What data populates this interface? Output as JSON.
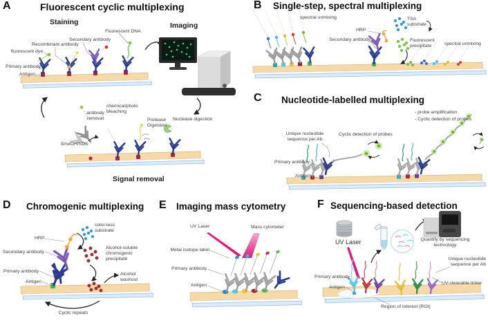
{
  "colors": {
    "slide_tan": "#f6d9a8",
    "slide_blue": "#ddebf8",
    "antibody_navy": "#2a3b8f",
    "antibody_purple": "#7a58b8",
    "antibody_gray": "#a0a0a0",
    "antigen_red": "#9e2b45",
    "antigen_green": "#4db053",
    "hrp_orange": "#eda438",
    "substrate_blue": "#2f9ad6",
    "precipitate_green": "#7cc144",
    "precipitate_darkred": "#9e3039",
    "fluor_green": "#8cc63f",
    "laser_magenta": "#e0187c"
  },
  "panels": {
    "a": {
      "letter": "A",
      "title": "Fluorescent cyclic multiplexing",
      "sections": {
        "staining": "Staining",
        "imaging": "Imaging",
        "signal_removal": "Signal removal"
      },
      "labels": {
        "fluorescent_dye": "fluorescent dye",
        "recombinant_antibody": "Recombinant antibody",
        "secondary_antibody": "Secondary antibody",
        "fluorescent_dna": "Fluorescent DNA",
        "primary_antibody": "Primary antibody",
        "antigen": "Antigen",
        "antibody_removal": "antibody removal",
        "bme_sds": "ßmeOH/SDS",
        "chemical_photo_bleaching": "chemical/photo bleaching",
        "protease_digestion": "Protease Digestion",
        "nuclease_digestion": "Nuclease digestion"
      }
    },
    "b": {
      "letter": "B",
      "title": "Single-step, spectral multiplexing",
      "labels": {
        "spectral_unmixing_left": "spectral unmixing",
        "hrp": "HRP",
        "secondary_antibody": "Secondary antibody",
        "tsa_substrate": "TSA substrate",
        "fluorescent_precipitate": "Fluorescent precipitate",
        "spectral_unmixing_right": "spectral unmixing"
      }
    },
    "c": {
      "letter": "C",
      "title": "Nucleotide-labelled multiplexing",
      "labels": {
        "probe_amplification": "- probe amplification",
        "cyclic_detection_side": "- Cyclic detection of probes",
        "unique_sequence": "Unique nucleotide sequence per Ab",
        "cyclic_detection": "Cyclic detection of probes",
        "primary_antibody": "Primary antibody",
        "antigen": "Antigen"
      }
    },
    "d": {
      "letter": "D",
      "title": "Chromogenic multiplexing",
      "labels": {
        "hrp": "HRP",
        "colorless_substrate": "color-less substrate",
        "alcohol_soluble": "Alcohol-soluble chromogenic precipitate",
        "secondary_antibody": "Secondary antibody",
        "primary_antibody": "Primary antibody",
        "antigen": "Antigen",
        "alcohol_washout": "Alcohol washout",
        "cyclic_repeats": "Cyclic repeats"
      }
    },
    "e": {
      "letter": "E",
      "title": "Imaging mass cytometry",
      "labels": {
        "uv_laser": "UV Laser",
        "mass_cytometer": "Mass cytometer",
        "metal_isotope_label": "Metal isotope label",
        "primary_antibody": "Primary antibody",
        "antigen": "Antigen"
      }
    },
    "f": {
      "letter": "F",
      "title": "Sequencing-based detection",
      "labels": {
        "uv_laser": "UV Laser",
        "quantify": "Quantify by sequencing technology",
        "unique_sequence": "Unique nucleotide sequence per Ab",
        "uv_cleavable_linker": "UV-cleavable linker",
        "primary_antibody": "Primary antibody",
        "antigen": "Antigen",
        "roi": "Region of interest (ROI)"
      }
    }
  }
}
